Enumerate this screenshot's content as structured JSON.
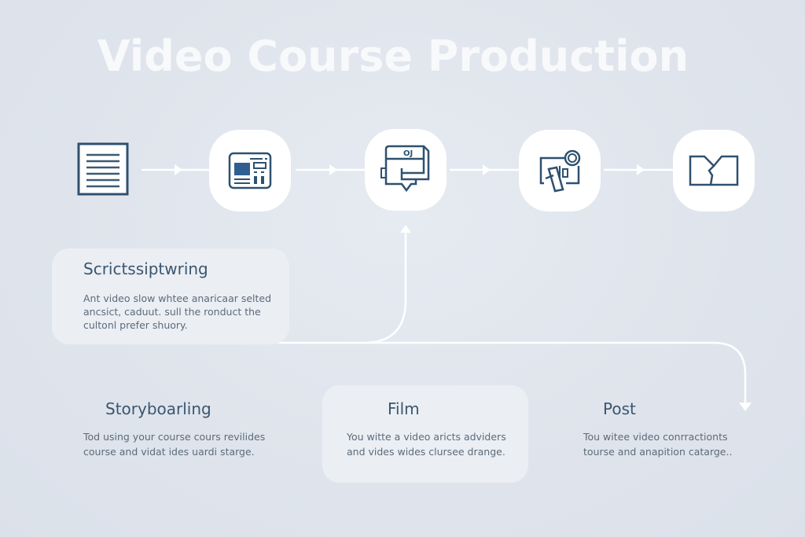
{
  "title": "Video Course Production",
  "colors": {
    "background": "#dfe4ec",
    "node_fill": "#ffffff",
    "icon_stroke": "#2f5170",
    "icon_fill": "#2f5f8f",
    "title_text": "#f8f9fb",
    "heading_text": "#3a5670",
    "body_text": "#5b6b7a",
    "connector": "#ffffff"
  },
  "nodes": [
    {
      "id": "script",
      "icon": "document-lines-icon"
    },
    {
      "id": "storyboard",
      "icon": "layout-panel-icon"
    },
    {
      "id": "film",
      "icon": "chat-clapper-icon"
    },
    {
      "id": "camera",
      "icon": "camera-rig-icon"
    },
    {
      "id": "post",
      "icon": "broken-frame-icon"
    }
  ],
  "cards": {
    "scriptwriting": {
      "title": "Scrictssiptwring",
      "lines": [
        "Ant video slow whtee anaricaar selted",
        "ancsict, caduut. sull the ronduct the",
        "cultonl prefer shuory."
      ]
    },
    "storyboarding": {
      "title": "Storyboarling",
      "lines": [
        "Tod using your course cours revilides",
        "course and vidat ides uardi starge."
      ]
    },
    "film": {
      "title": "Film",
      "lines": [
        "You witte a video aricts adviders",
        "and vides wides clursee drange."
      ]
    },
    "post": {
      "title": "Post",
      "lines": [
        "Tou witee video conrractionts",
        "tourse and anapition catarge.."
      ]
    }
  }
}
